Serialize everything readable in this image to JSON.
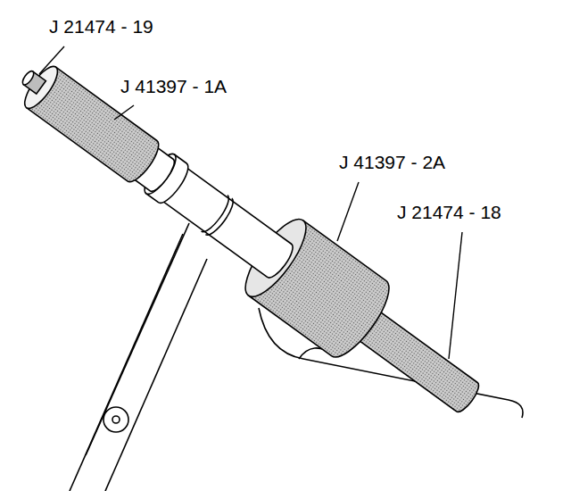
{
  "diagram": {
    "labels": [
      "J 21474 - 19",
      "J 41397 - 1A",
      "J 41397 - 2A",
      "J 21474 - 18"
    ]
  }
}
